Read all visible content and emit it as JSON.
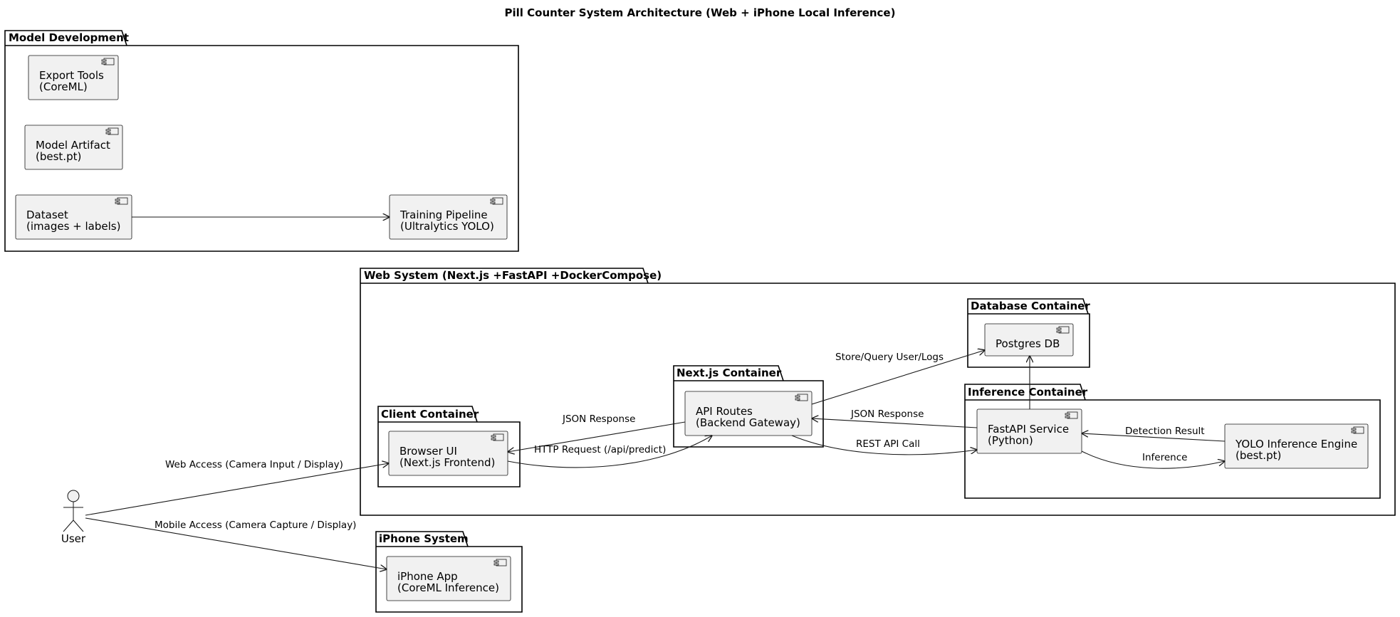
{
  "title": "Pill Counter System Architecture (Web + iPhone Local Inference)",
  "packages": {
    "model_dev": "Model Development",
    "web": "Web System (Next.js +FastAPI +DockerCompose)",
    "database": "Database Container",
    "nextjs": "Next.js Container",
    "inference": "Inference Container",
    "client": "Client Container",
    "iphone": "iPhone System"
  },
  "components": {
    "export_tools": [
      "Export Tools",
      "(CoreML)"
    ],
    "model_artifact": [
      "Model Artifact",
      "(best.pt)"
    ],
    "dataset": [
      "Dataset",
      "(images + labels)"
    ],
    "training": [
      "Training Pipeline",
      "(Ultralytics YOLO)"
    ],
    "postgres": [
      "Postgres DB"
    ],
    "api_routes": [
      "API Routes",
      "(Backend Gateway)"
    ],
    "fastapi": [
      "FastAPI Service",
      "(Python)"
    ],
    "yolo": [
      "YOLO Inference Engine",
      "(best.pt)"
    ],
    "browser_ui": [
      "Browser UI",
      "(Next.js Frontend)"
    ],
    "iphone_app": [
      "iPhone App",
      "(CoreML Inference)"
    ]
  },
  "actor": {
    "user": "User"
  },
  "edges": {
    "web_access": "Web Access (Camera Input / Display)",
    "mobile_access": "Mobile Access (Camera Capture / Display)",
    "json_response_client": "JSON Response",
    "http_request": "HTTP Request (/api/predict)",
    "store_query": "Store/Query User/Logs",
    "json_response_api": "JSON Response",
    "rest_api_call": "REST API Call",
    "detection_result": "Detection Result",
    "inference": "Inference"
  }
}
